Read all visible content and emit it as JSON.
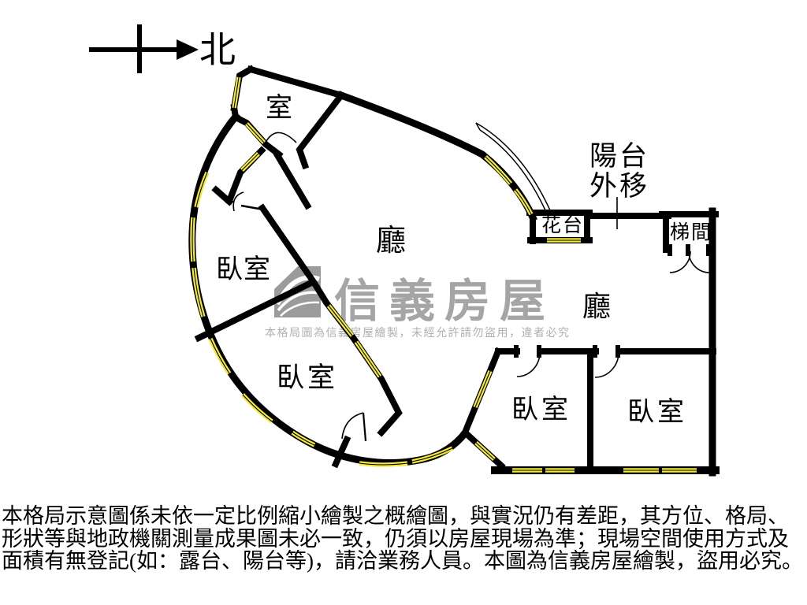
{
  "compass": {
    "north_label": "北"
  },
  "rooms": {
    "top_room_label": "室",
    "main_hall_label": "廳",
    "right_hall_label": "廳",
    "bedroom_top_left_label": "臥室",
    "bedroom_bottom_left_label": "臥室",
    "bedroom_bottom_mid_label": "臥室",
    "bedroom_bottom_right_label": "臥室",
    "flower_stand_label": "花台",
    "stair_hall_label": "梯間",
    "balcony_note_line1": "陽台",
    "balcony_note_line2": "外移"
  },
  "watermark": {
    "brand": "信義房屋",
    "notice": "本格局圖為信義房屋繪製，未經允許請勿盜用，違者必究"
  },
  "disclaimer": {
    "line1": "本格局示意圖係未依一定比例縮小繪製之概繪圖，與實況仍有差距，其方位、格局、",
    "line2": "形狀等與地政機關測量成果圖未必一致，仍須以房屋現場為準；現場空間使用方式及",
    "line3": "面積有無登記(如：露台、陽台等)，請洽業務人員。本圖為信義房屋繪製，盜用必究。"
  },
  "colors": {
    "wall": "#000000",
    "window_fill": "#f2e93c",
    "watermark_gray": "#a5a5a5"
  }
}
